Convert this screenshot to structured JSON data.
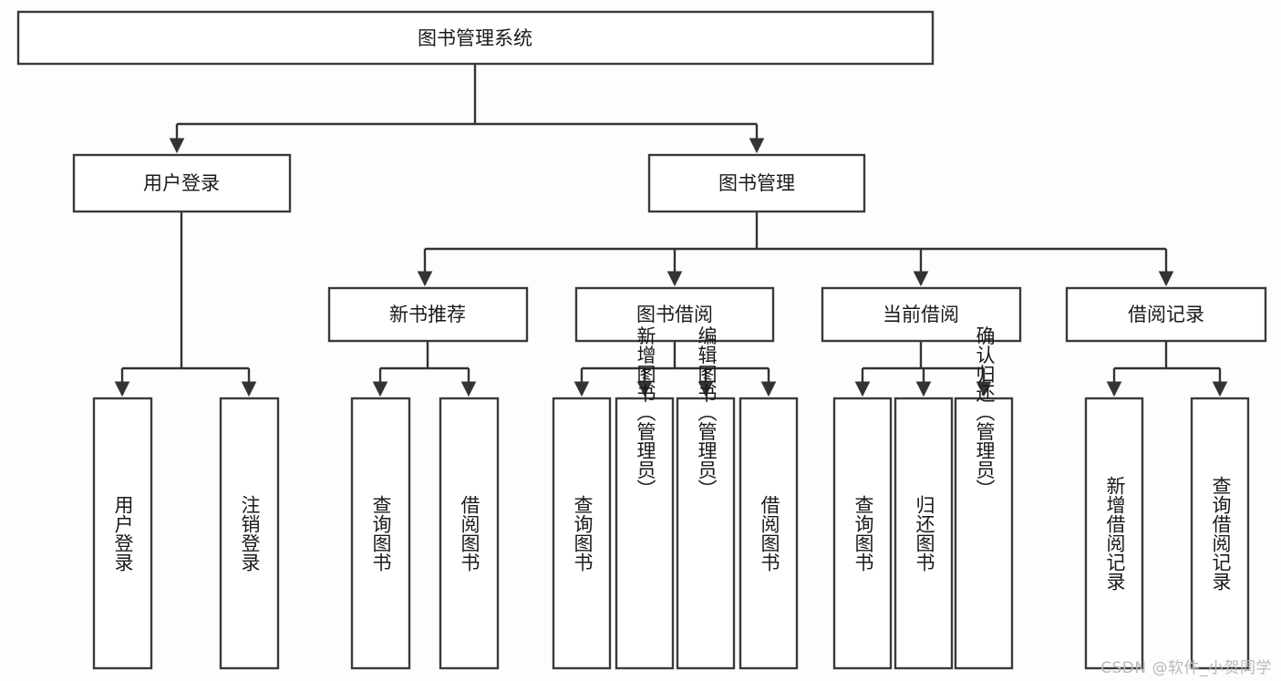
{
  "diagram": {
    "title": "图书管理系统",
    "type": "tree-hierarchy",
    "watermark": "CSDN @软件_小贺同学",
    "colors": {
      "box_fill": "#ffffff",
      "box_stroke": "#3a3a3a",
      "connector": "#333333",
      "text": "#1a1a1a",
      "watermark": "#b9b9b9"
    },
    "nodes": {
      "root": {
        "label": "图书管理系统"
      },
      "level2": [
        {
          "id": "user-login",
          "label": "用户登录"
        },
        {
          "id": "book-manage",
          "label": "图书管理"
        }
      ],
      "level3": [
        {
          "id": "new-book-recommend",
          "label": "新书推荐"
        },
        {
          "id": "book-borrow",
          "label": "图书借阅"
        },
        {
          "id": "current-borrow",
          "label": "当前借阅"
        },
        {
          "id": "borrow-record",
          "label": "借阅记录"
        }
      ],
      "leaves": {
        "user-login": [
          {
            "id": "leaf-user-login",
            "label": "用户登录"
          },
          {
            "id": "leaf-logout-login",
            "label": "注销登录"
          }
        ],
        "new-book-recommend": [
          {
            "id": "leaf-query-book-1",
            "label": "查询图书"
          },
          {
            "id": "leaf-borrow-book-1",
            "label": "借阅图书"
          }
        ],
        "book-borrow": [
          {
            "id": "leaf-query-book-2",
            "label": "查询图书"
          },
          {
            "id": "leaf-add-book",
            "label": "新增图书（管理员）"
          },
          {
            "id": "leaf-edit-book",
            "label": "编辑图书（管理员）"
          },
          {
            "id": "leaf-borrow-book-2",
            "label": "借阅图书"
          }
        ],
        "current-borrow": [
          {
            "id": "leaf-query-book-3",
            "label": "查询图书"
          },
          {
            "id": "leaf-return-book",
            "label": "归还图书"
          },
          {
            "id": "leaf-confirm-return",
            "label": "确认归还（管理员）"
          }
        ],
        "borrow-record": [
          {
            "id": "leaf-add-record",
            "label": "新增借阅记录"
          },
          {
            "id": "leaf-query-record",
            "label": "查询借阅记录"
          }
        ]
      }
    }
  }
}
